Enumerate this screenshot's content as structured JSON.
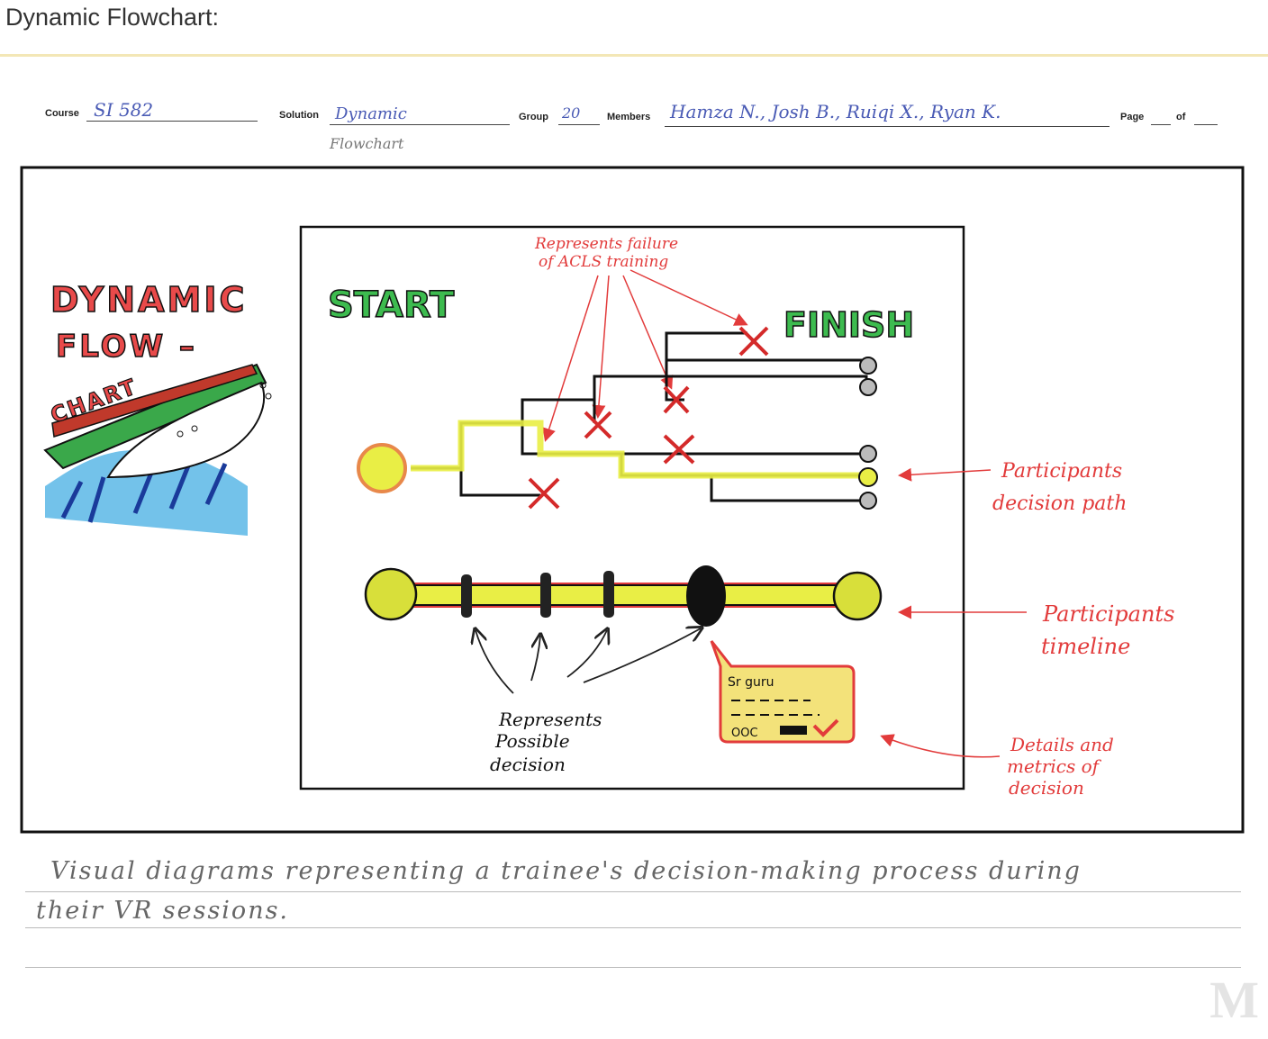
{
  "page": {
    "title": "Dynamic Flowchart:"
  },
  "form": {
    "course_label": "Course",
    "course_value": "SI 582",
    "solution_label": "Solution",
    "solution_value": "Dynamic",
    "solution_value_2": "Flowchart",
    "group_label": "Group",
    "group_value": "20",
    "members_label": "Members",
    "members_value": "Hamza N., Josh B., Ruiqi X., Ryan K.",
    "page_label": "Page",
    "of_label": "of"
  },
  "sketch": {
    "logo_line1": "DYNAMIC",
    "logo_line2": "FLOW –",
    "logo_line3": "CHART",
    "start_label": "START",
    "finish_label": "FINISH",
    "failure_note_1": "Represents failure",
    "failure_note_2": "of ACLS training",
    "decision_path_1": "Participants",
    "decision_path_2": "decision path",
    "timeline_1": "Participants",
    "timeline_2": "timeline",
    "possible_1": "Represents",
    "possible_2": "Possible",
    "possible_3": "decision",
    "details_1": "Details and",
    "details_2": "metrics of",
    "details_3": "decision",
    "card_text": "Sr guru",
    "card_code": "OOC"
  },
  "caption": {
    "line1": "Visual diagrams representing a trainee's decision-making process during",
    "line2": "their VR sessions."
  },
  "logo": {
    "letter": "M"
  },
  "colors": {
    "red": "#e23b3b",
    "green": "#2e9e3a",
    "yellow": "#e9ee45",
    "blue": "#3a7be0"
  }
}
